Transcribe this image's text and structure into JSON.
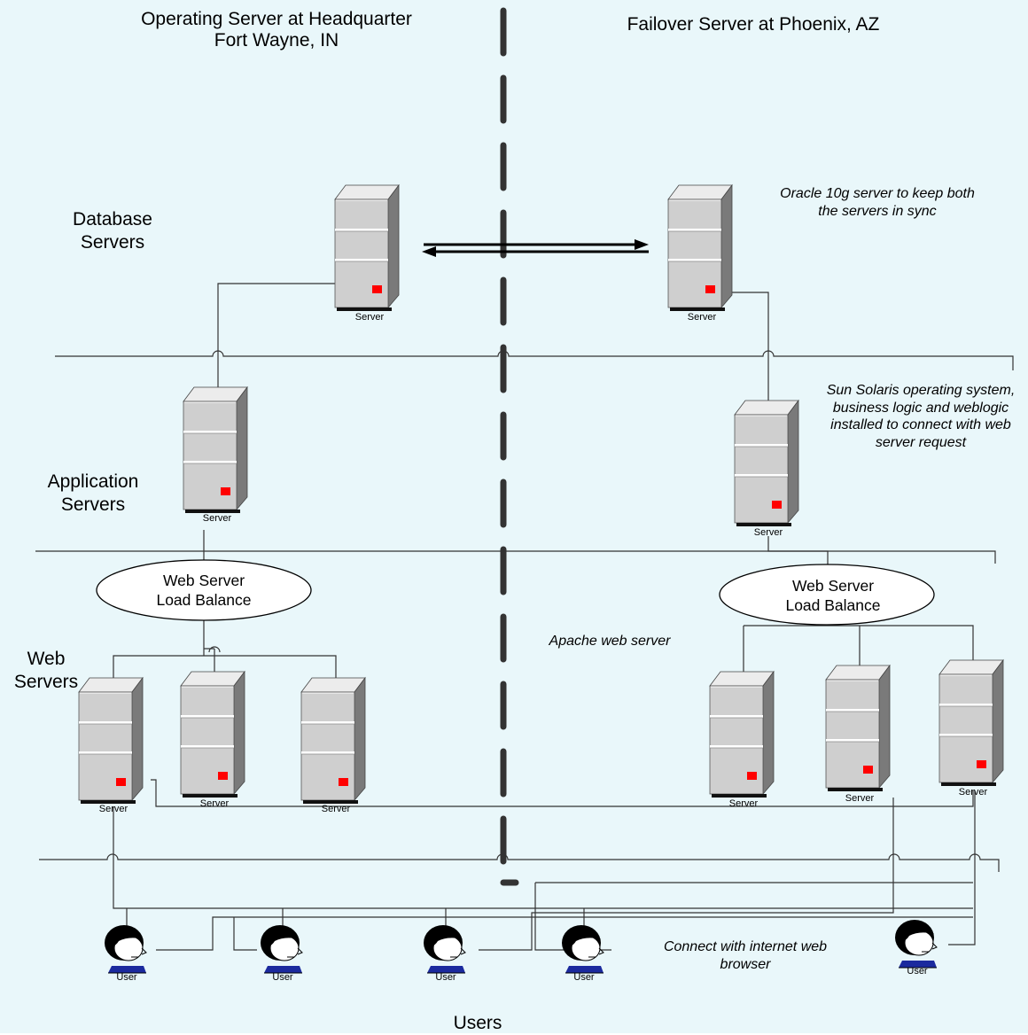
{
  "headers": {
    "left": [
      "Operating Server at Headquarter",
      "Fort Wayne, IN"
    ],
    "right": "Failover Server at Phoenix, AZ"
  },
  "tiers": {
    "database": [
      "Database",
      "Servers"
    ],
    "application": [
      "Application",
      "Servers"
    ],
    "web": [
      "Web",
      "Servers"
    ],
    "users": "Users"
  },
  "notes": {
    "oracle": [
      "Oracle 10g server to keep both",
      "the servers in sync"
    ],
    "solaris": [
      "Sun Solaris operating system,",
      "business logic and weblogic",
      "installed to connect with web",
      "server request"
    ],
    "apache": "Apache web server",
    "browser": [
      "Connect with internet web",
      "browser"
    ]
  },
  "load_balancer": [
    "Web Server",
    "Load Balance"
  ],
  "captions": {
    "server": "Server",
    "user": "User"
  },
  "colors": {
    "background": "#e9f7fa",
    "server_body": "#cfcfcf",
    "server_side": "#7a7a7a",
    "indicator": "#ff0000",
    "user_hair": "#000000",
    "user_shirt": "#1b2a9e",
    "connector": "#333333"
  }
}
